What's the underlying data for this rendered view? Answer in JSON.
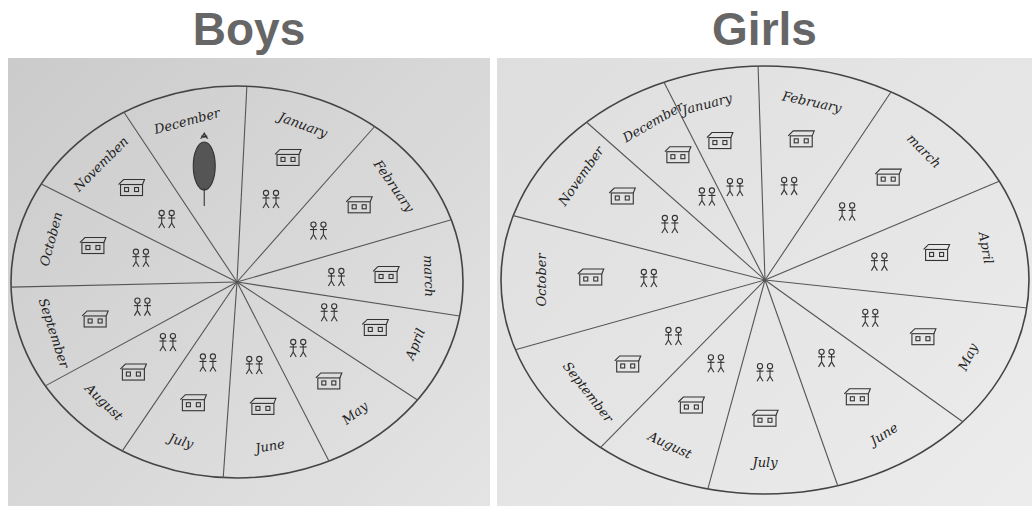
{
  "diagram": {
    "nodes": [
      {
        "text": [
          "Boys",
          "January",
          "February",
          "march",
          "April",
          "May",
          "June",
          "July",
          "August",
          "September",
          "Octoben",
          "Novemben",
          "December"
        ]
      },
      {
        "text": [
          "Girls",
          "January",
          "February",
          "march",
          "April",
          "May",
          "June",
          "July",
          "August",
          "September",
          "October",
          "November",
          "December"
        ]
      }
    ]
  }
}
